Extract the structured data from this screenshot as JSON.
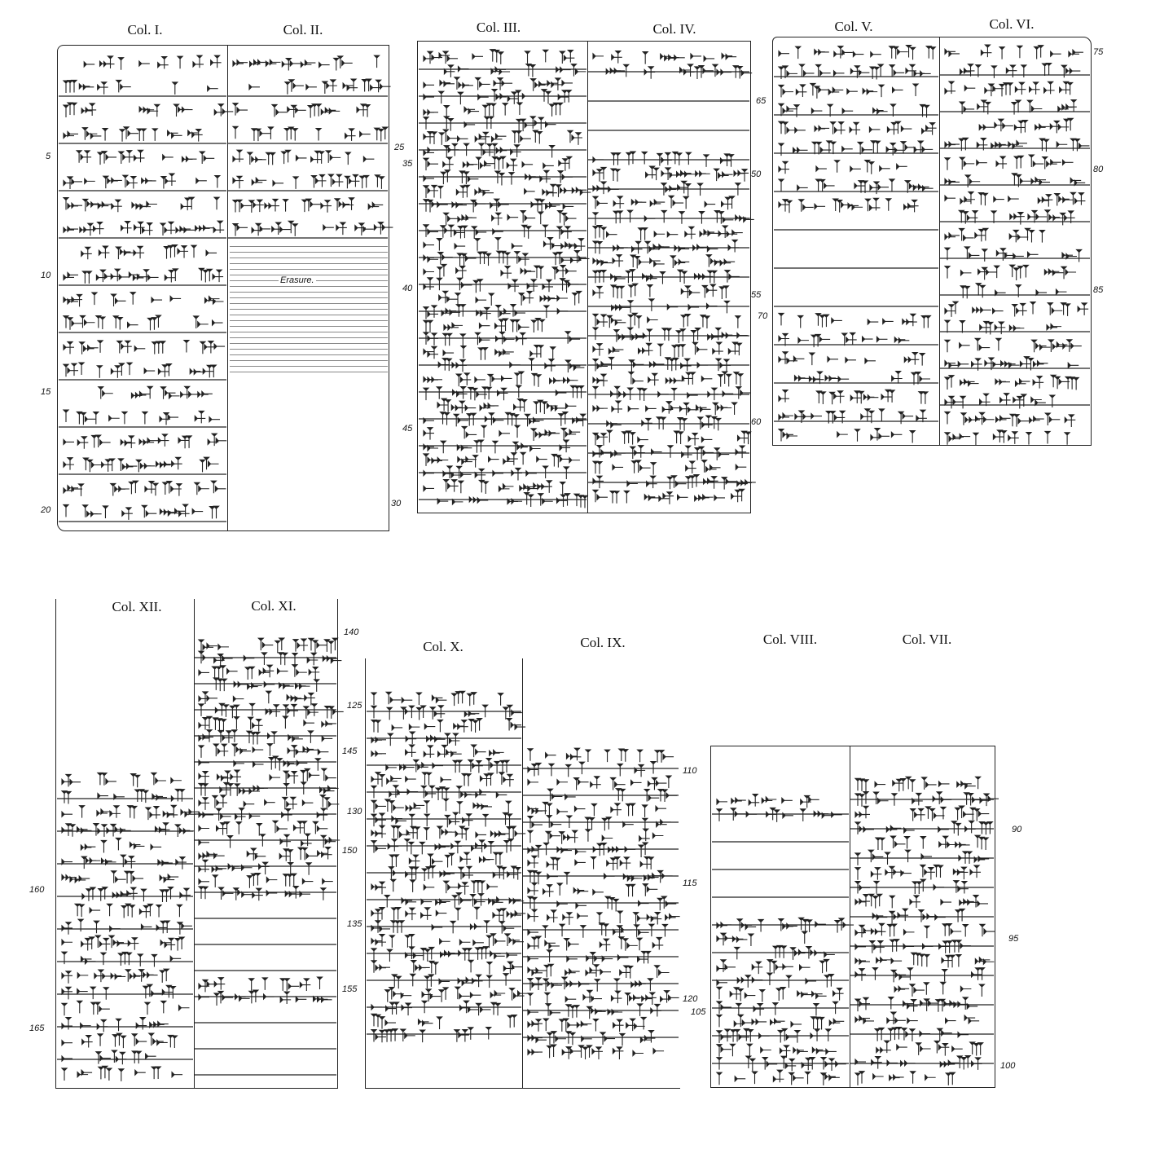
{
  "columns": {
    "col1": "Col. I.",
    "col2": "Col. II.",
    "col3": "Col. III.",
    "col4": "Col. IV.",
    "col5": "Col. V.",
    "col6": "Col. VI.",
    "col7": "Col. VII.",
    "col8": "Col. VIII.",
    "col9": "Col. IX.",
    "col10": "Col. X.",
    "col11": "Col. XI.",
    "col12": "Col. XII."
  },
  "erasure_label": "Erasure.",
  "line_numbers": {
    "n5": "5",
    "n10": "10",
    "n15": "15",
    "n20": "20",
    "n25": "25",
    "n30": "30",
    "n35": "35",
    "n40": "40",
    "n45": "45",
    "n50": "50",
    "n55": "55",
    "n60": "60",
    "n65": "65",
    "n70": "70",
    "n75": "75",
    "n80": "80",
    "n85": "85",
    "n90": "90",
    "n95": "95",
    "n100": "100",
    "n105": "105",
    "n110": "110",
    "n115": "115",
    "n120": "120",
    "n125": "125",
    "n130": "130",
    "n135": "135",
    "n140": "140",
    "n145": "145",
    "n150": "150",
    "n155": "155",
    "n160": "160",
    "n165": "165"
  }
}
